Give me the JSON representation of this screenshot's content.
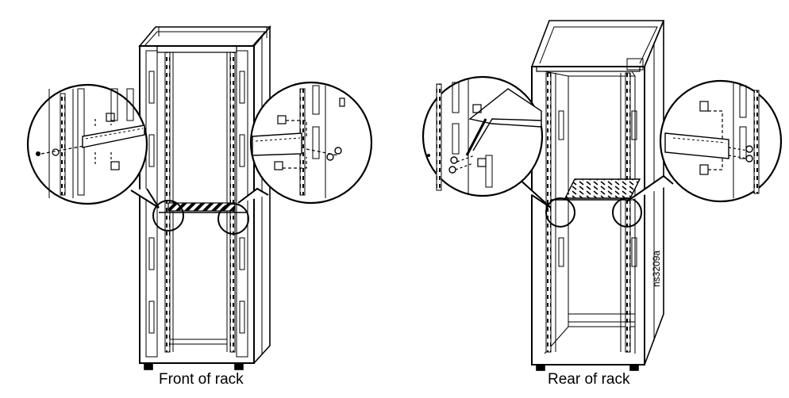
{
  "captions": {
    "front": "Front of rack",
    "rear": "Rear of rack"
  },
  "figure_id": "ns3209a",
  "colors": {
    "ink": "#000000",
    "paper": "#ffffff",
    "shade": "#bdbdbd"
  }
}
